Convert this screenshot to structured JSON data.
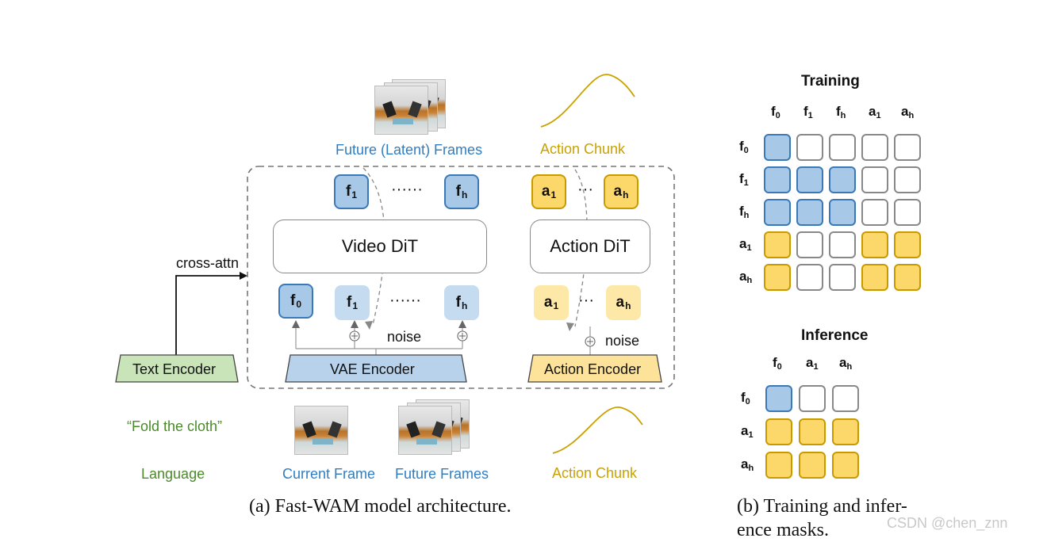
{
  "diagram": {
    "top_frames_label": "Future (Latent) Frames",
    "top_action_label": "Action Chunk",
    "video_dit": "Video DiT",
    "action_dit": "Action DiT",
    "cross_attn": "cross-attn",
    "text_encoder": "Text Encoder",
    "vae_encoder": "VAE Encoder",
    "action_encoder": "Action Encoder",
    "noise_left": "noise",
    "noise_right": "noise",
    "dots_top_video": "······",
    "dots_bottom_video": "······",
    "dots_top_action": "···",
    "dots_bottom_action": "···",
    "quote": "“Fold the cloth”",
    "language": "Language",
    "current_frame": "Current Frame",
    "future_frames": "Future Frames",
    "bottom_action_chunk": "Action Chunk",
    "caption_a": "(a) Fast-WAM model architecture.",
    "tokens": {
      "f": "f",
      "a": "a",
      "s0": "0",
      "s1": "1",
      "sh": "h"
    }
  },
  "masks": {
    "training_title": "Training",
    "inference_title": "Inference",
    "caption_b_line1": "(b) Training and infer-",
    "caption_b_line2": "ence masks.",
    "training_cols": [
      "f0",
      "f1",
      "fh",
      "a1",
      "ah"
    ],
    "training_rows": [
      "f0",
      "f1",
      "fh",
      "a1",
      "ah"
    ],
    "training_grid": [
      [
        "B",
        "E",
        "E",
        "E",
        "E"
      ],
      [
        "B",
        "B",
        "B",
        "E",
        "E"
      ],
      [
        "B",
        "B",
        "B",
        "E",
        "E"
      ],
      [
        "G",
        "E",
        "E",
        "G",
        "G"
      ],
      [
        "G",
        "E",
        "E",
        "G",
        "G"
      ]
    ],
    "inference_cols": [
      "f0",
      "a1",
      "ah"
    ],
    "inference_rows": [
      "f0",
      "a1",
      "ah"
    ],
    "inference_grid": [
      [
        "B",
        "E",
        "E"
      ],
      [
        "G",
        "G",
        "G"
      ],
      [
        "G",
        "G",
        "G"
      ]
    ]
  },
  "watermark": "CSDN @chen_znn",
  "colors": {
    "blue": "#2f7ec2",
    "gold": "#c9a200",
    "green": "#4a8a2a",
    "cell_blue": "#a8c8e8",
    "cell_gold": "#fcd86a"
  }
}
